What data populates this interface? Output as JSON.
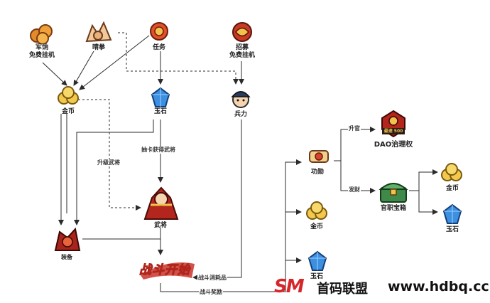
{
  "nodes": {
    "junxiang": {
      "label": "军饷",
      "sub": "免费挂机"
    },
    "qingquan": {
      "label": "晴拳"
    },
    "renwu": {
      "label": "任务"
    },
    "zhaomu": {
      "label": "招募",
      "sub": "免费挂机"
    },
    "jinbi": {
      "label": "金币"
    },
    "yushi": {
      "label": "玉石"
    },
    "bingli": {
      "label": "兵力"
    },
    "wujiang": {
      "label": "武将"
    },
    "bottom_left": {
      "label": "装备"
    },
    "battle": {
      "label": "战斗开始"
    },
    "gongxun": {
      "label": "功勋"
    },
    "jinbi2": {
      "label": "金币"
    },
    "yushi2": {
      "label": "玉石"
    },
    "dao": {
      "label": "DAO治理权",
      "badge": "最速 500"
    },
    "baoxiang": {
      "label": "官职宝箱"
    },
    "jinbi3": {
      "label": "金币"
    },
    "yushi3": {
      "label": "玉石"
    }
  },
  "edges": {
    "chouka": "抽卡获得武将",
    "shengji": "升级武将",
    "xiaohao": "战斗消耗品",
    "jiangli": "战斗奖励",
    "shengguan": "升官",
    "facai": "发财"
  },
  "watermark": {
    "logo": "SM",
    "cn": "首码联盟",
    "url": "www.hdbq.cc"
  },
  "colors": {
    "line": "#2b2b2b",
    "gold": "#f2c94c",
    "gem": "#3d8fe0",
    "red": "#c0392b",
    "brown": "#c98a4a"
  }
}
